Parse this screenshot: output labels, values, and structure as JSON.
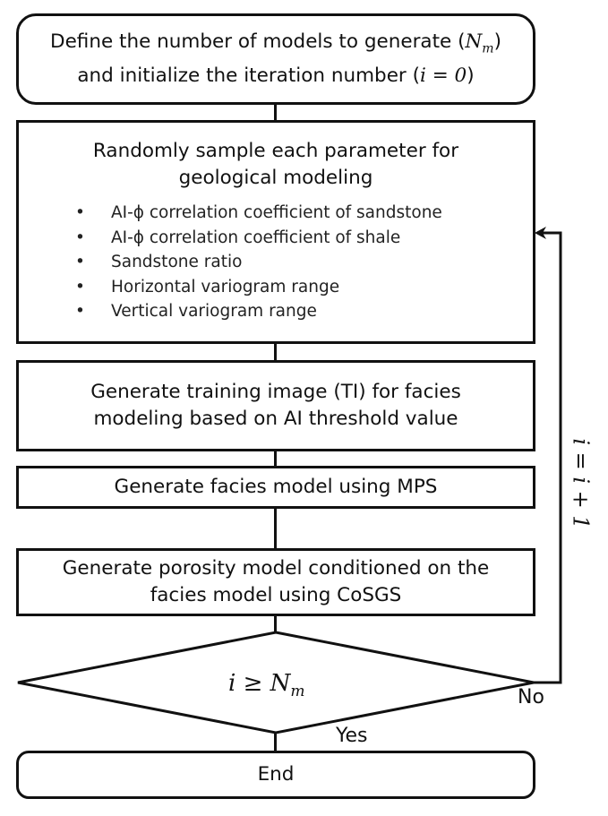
{
  "start_box": {
    "line1_text": "Define the number of models to generate (",
    "line1_math": "N",
    "line1_sub": "m",
    "line1_close": ")",
    "line2_text": "and  initialize the iteration number (",
    "line2_math": "i = 0",
    "line2_close": ")"
  },
  "sample_box": {
    "title_line1": "Randomly sample each parameter for",
    "title_line2": "geological modeling",
    "bullets": [
      "AI-ϕ correlation coefficient of sandstone",
      "AI-ϕ correlation coefficient of shale",
      "Sandstone ratio",
      "Horizontal variogram range",
      "Vertical variogram range"
    ]
  },
  "ti_box": {
    "line1": "Generate training image (TI) for facies",
    "line2": "modeling based on AI threshold value"
  },
  "mps_box": {
    "line1": "Generate facies model using MPS"
  },
  "cosgs_box": {
    "line1": "Generate porosity model conditioned on the",
    "line2": "facies model using CoSGS"
  },
  "decision": {
    "condition": "i ≥ N",
    "condition_sub": "m"
  },
  "labels": {
    "no": "No",
    "yes": "Yes",
    "loop": "i = i + 1"
  },
  "end_box": {
    "label": "End"
  }
}
